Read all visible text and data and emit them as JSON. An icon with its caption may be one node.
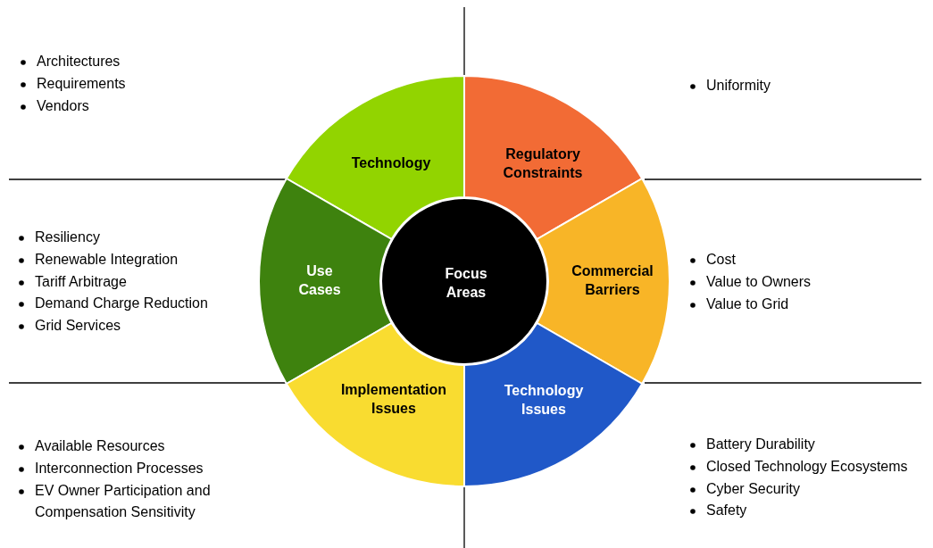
{
  "diagram": {
    "nodes": [
      {
        "text": [
          "Focus Areas"
        ]
      },
      {
        "text": [
          "Technology"
        ]
      },
      {
        "text": [
          "Regulatory Constraints"
        ]
      },
      {
        "text": [
          "Use Cases"
        ]
      },
      {
        "text": [
          "Commercial Barriers"
        ]
      },
      {
        "text": [
          "Implementation Issues"
        ]
      },
      {
        "text": [
          "Technology Issues"
        ]
      }
    ],
    "labels": [
      "Architectures",
      "Requirements",
      "Vendors",
      "Uniformity",
      "Resiliency",
      "Renewable Integration",
      "Tariff Arbitrage",
      "Demand Charge Reduction",
      "Grid Services",
      "Cost",
      "Value to Owners",
      "Value to Grid",
      "Available Resources",
      "Interconnection Processes",
      "EV Owner Participation and Compensation Sensitivity",
      "Battery Durability",
      "Closed Technology Ecosystems",
      "Cyber Security",
      "Safety"
    ]
  }
}
